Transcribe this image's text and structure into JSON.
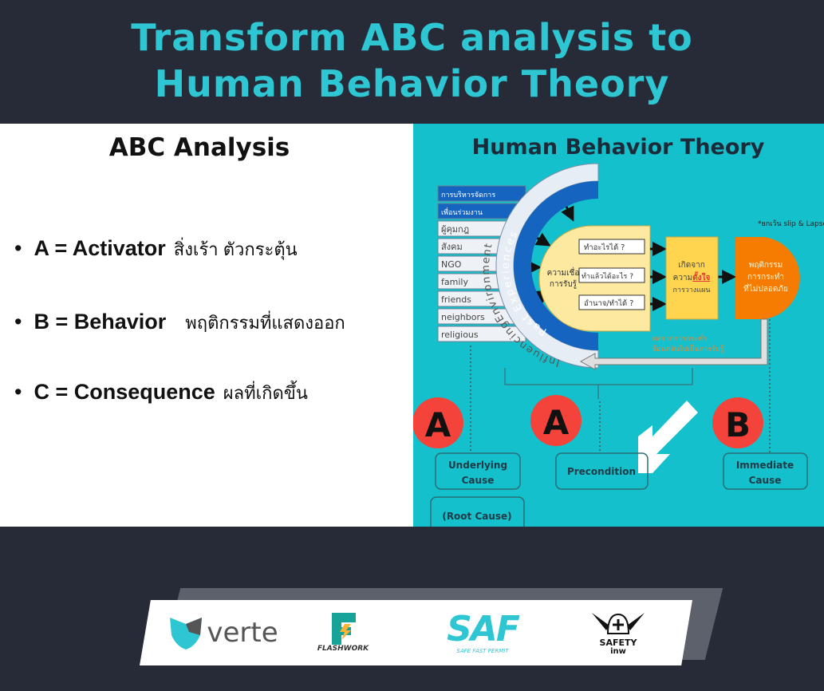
{
  "title": {
    "line1": "Transform ABC analysis to",
    "line2": "Human Behavior Theory"
  },
  "abc": {
    "heading": "ABC Analysis",
    "items": [
      {
        "label": "A = Activator",
        "thai": "สิ่งเร้า ตัวกระตุ้น"
      },
      {
        "label": "B = Behavior",
        "thai": "พฤติกรรมที่แสดงออก"
      },
      {
        "label": "C = Consequence",
        "thai": "ผลที่เกิดขึ้น"
      }
    ]
  },
  "diagram": {
    "title": "Human Behavior Theory",
    "influences": [
      "การบริหารจัดการ",
      "เพื่อนร่วมงาน",
      "ผู้คุมกฎ",
      "สังคม",
      "NGO",
      "family",
      "friends",
      "neighbors",
      "religious"
    ],
    "arc_outer_label": "InfluencingEnvironment",
    "arc_inner_label": "Past Experiences",
    "belief": {
      "line1": "ความเชื่อ",
      "line2": "การรับรู้"
    },
    "questions": [
      "ทำอะไรได้ ?",
      "ทำแล้วได้อะไร ?",
      "อำนาจ/ทำได้ ?"
    ],
    "intent": {
      "line1": "เกิดจาก",
      "line2a": "ความ",
      "line2b": "ตั้งใจ",
      "line3": "การวางแผน"
    },
    "behavior": {
      "line1": "พฤติกรรม",
      "line2": "การกระทำ",
      "line3": "ที่ไม่ปลอดภัย"
    },
    "note": "*ยกเว้น slip & Lapses",
    "feedback": {
      "line1": "ผลจากการกระทำ",
      "line2": "ย้อนกลับไปเป็นการรับรู้"
    },
    "badges": [
      "A",
      "A",
      "B"
    ],
    "boxes": {
      "underlying": [
        "Underlying",
        "Cause"
      ],
      "precondition": "Precondition",
      "immediate": [
        "Immediate",
        "Cause"
      ],
      "root": "(Root Cause)"
    },
    "colors": {
      "bg": "#14c0cb",
      "badge": "#f4433a",
      "blue": "#1565c0",
      "yellow": "#fde9a0",
      "orange": "#f57c00"
    }
  },
  "logos": {
    "verte": "verte",
    "flashwork": "FLASHWORK",
    "saf": "SAF",
    "saf_sub": "SAFE FAST PERMIT",
    "safety": "SAFETY",
    "safety_sub": "inw"
  }
}
